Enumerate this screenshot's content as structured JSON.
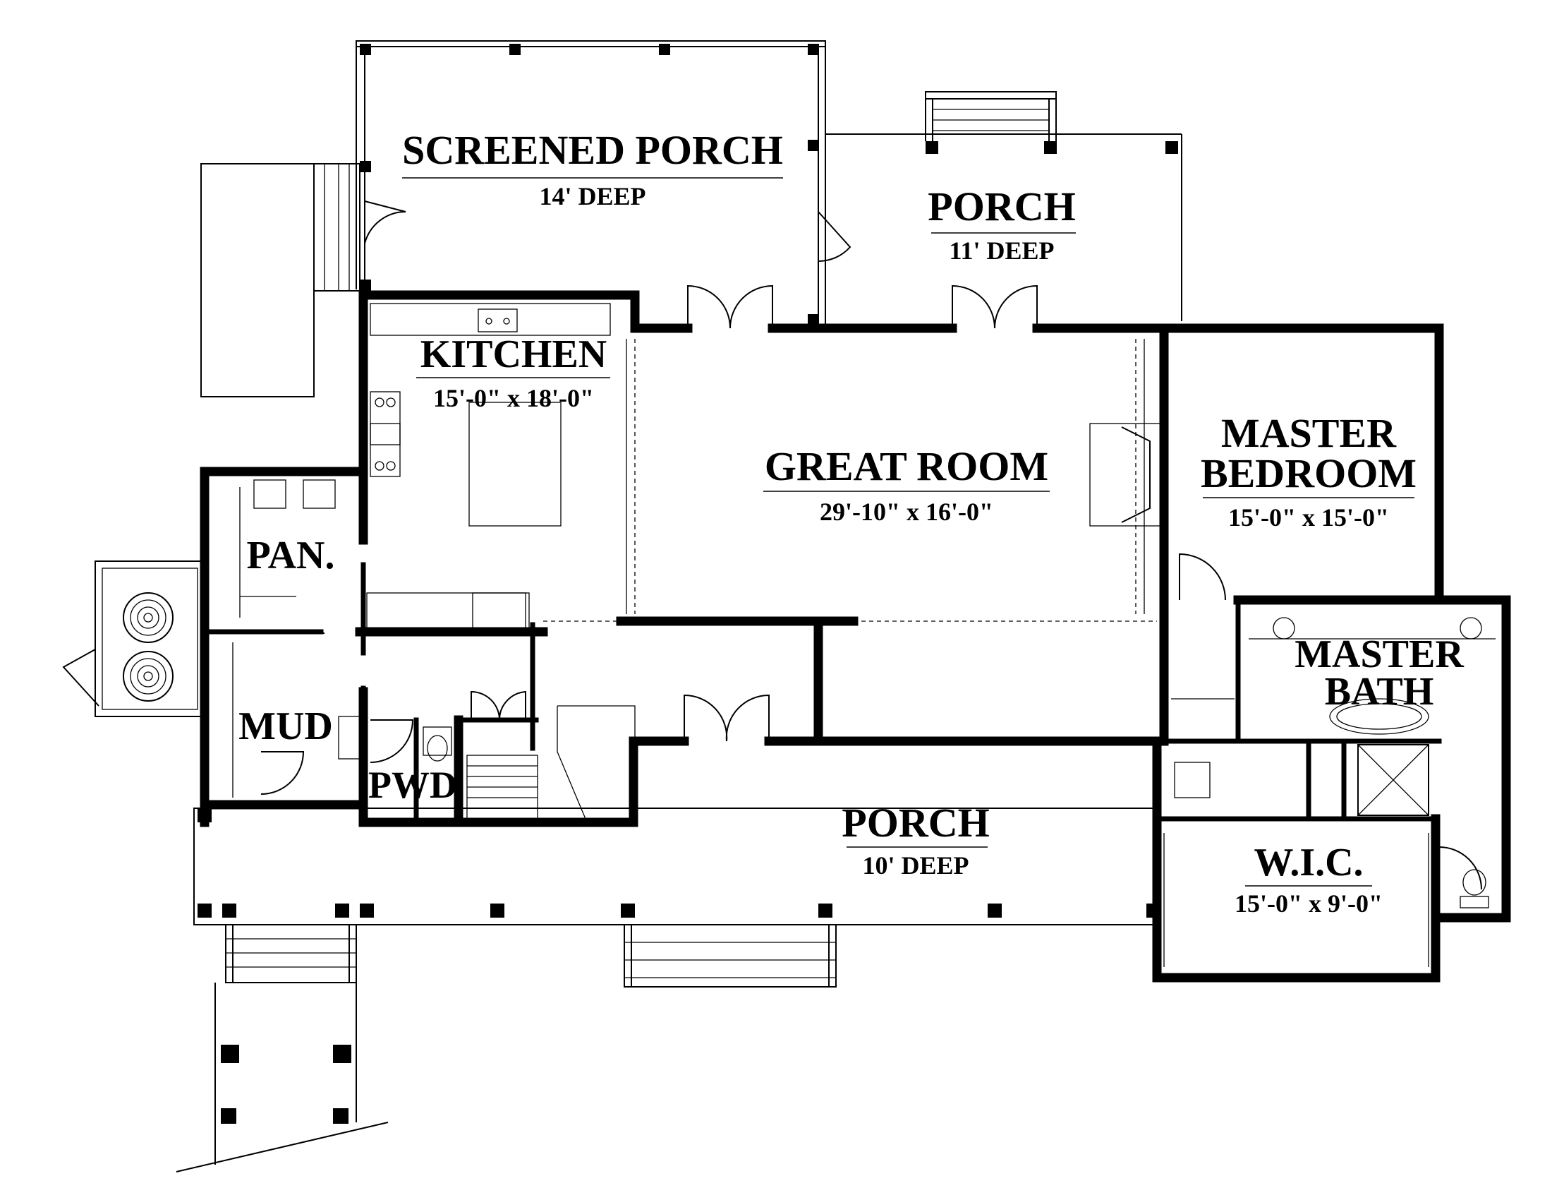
{
  "rooms": {
    "screened_porch": {
      "name": "SCREENED PORCH",
      "dim": "14' DEEP"
    },
    "rear_porch": {
      "name": "PORCH",
      "dim": "11' DEEP"
    },
    "kitchen": {
      "name": "KITCHEN",
      "dim": "15'-0\" x 18'-0\""
    },
    "great_room": {
      "name": "GREAT ROOM",
      "dim": "29'-10\" x 16'-0\""
    },
    "master_bedroom": {
      "name_line1": "MASTER",
      "name_line2": "BEDROOM",
      "dim": "15'-0\" x 15'-0\""
    },
    "pantry": {
      "name": "PAN."
    },
    "mud": {
      "name": "MUD"
    },
    "powder": {
      "name": "PWD"
    },
    "master_bath": {
      "name_line1": "MASTER",
      "name_line2": "BATH"
    },
    "front_porch": {
      "name": "PORCH",
      "dim": "10' DEEP"
    },
    "wic": {
      "name": "W.I.C.",
      "dim": "15'-0\" x 9'-0\""
    }
  }
}
